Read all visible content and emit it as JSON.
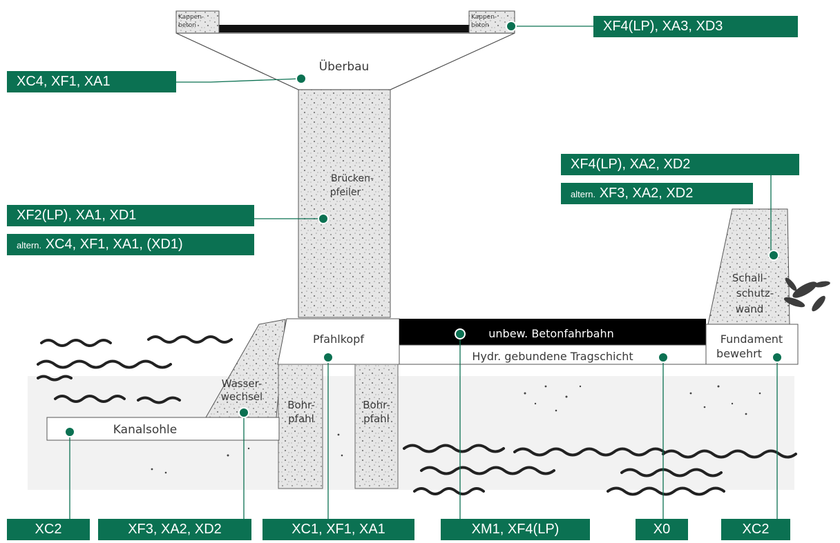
{
  "diagram": {
    "labels": {
      "kappenbeton_left": [
        "Kappen-",
        "beton"
      ],
      "kappenbeton_right": [
        "Kappen-",
        "beton"
      ],
      "ueberbau": "Überbau",
      "brueckenpfeiler": [
        "Brücken-",
        "pfeiler"
      ],
      "pfahlkopf": "Pfahlkopf",
      "betonfahrbahn": "unbew. Betonfahrbahn",
      "tragschicht": "Hydr. gebundene Tragschicht",
      "fundament": [
        "Fundament",
        "bewehrt"
      ],
      "schallschutzwand": [
        "Schall-",
        "schutz-",
        "wand"
      ],
      "wasserwechsel": [
        "Wasser-",
        "wechsel"
      ],
      "bohrpfahl_left": [
        "Bohr-",
        "pfahl"
      ],
      "bohrpfahl_right": [
        "Bohr-",
        "pfahl"
      ],
      "kanalsohle": "Kanalsohle"
    },
    "exposure_tags": {
      "kappe": "XF4(LP), XA3, XD3",
      "ueberbau": "XC4, XF1, XA1",
      "pfeiler": "XF2(LP), XA1, XD1",
      "pfeiler_alt_prefix": "altern.",
      "pfeiler_alt": "XC4, XF1, XA1, (XD1)",
      "wand": "XF4(LP), XA2, XD2",
      "wand_alt_prefix": "altern.",
      "wand_alt": "XF3, XA2, XD2",
      "kanalsohle": "XC2",
      "wasserwechsel": "XF3, XA2, XD2",
      "pfahlkopf": "XC1, XF1, XA1",
      "fahrbahn": "XM1, XF4(LP)",
      "tragschicht": "X0",
      "fundament": "XC2"
    },
    "colors": {
      "tag_bg": "#0b7152",
      "tag_text": "#ffffff",
      "dot": "#0b7152",
      "line": "#0b7152",
      "fahrbahn": "#000000"
    }
  }
}
